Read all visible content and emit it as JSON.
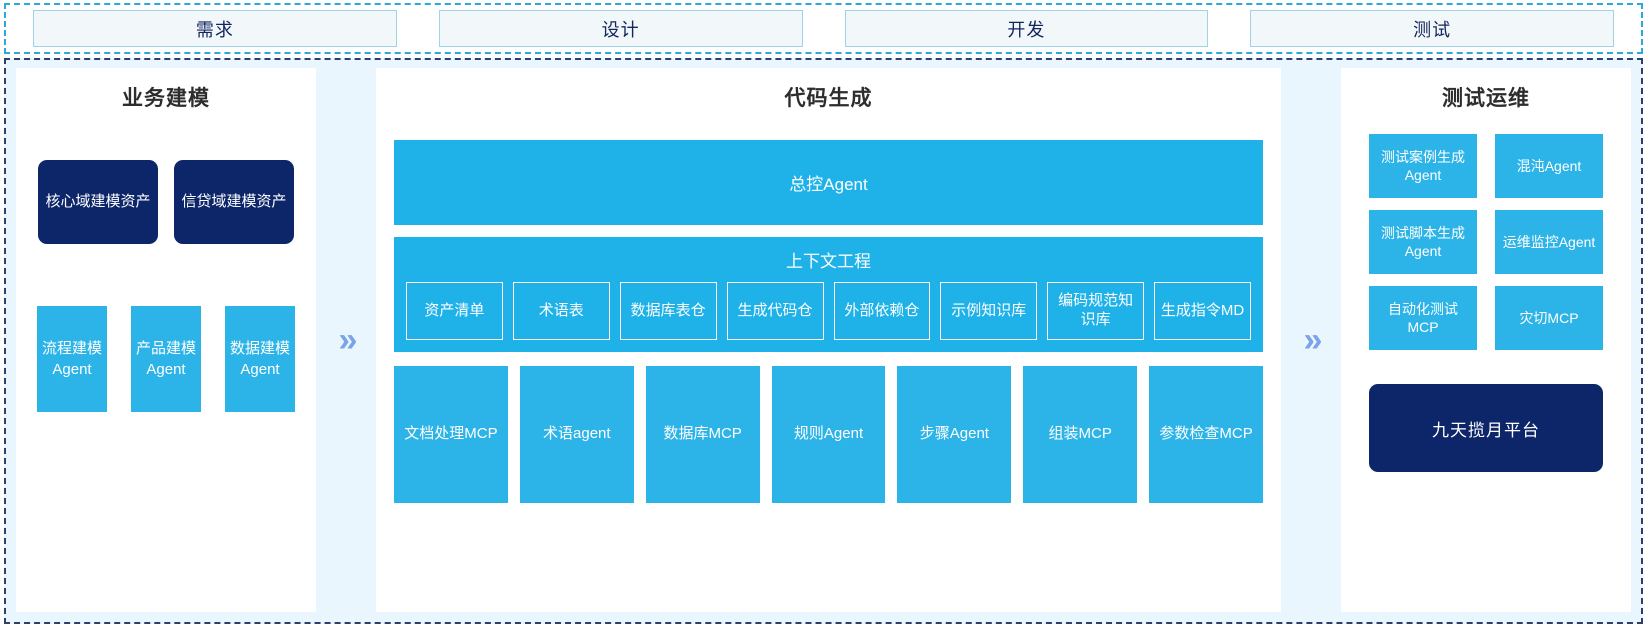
{
  "phases": [
    {
      "label": "需求"
    },
    {
      "label": "设计"
    },
    {
      "label": "开发"
    },
    {
      "label": "测试"
    }
  ],
  "arrow_glyph": "»",
  "colors": {
    "accent_blue": "#2cb4e8",
    "band_blue": "#1fb2e9",
    "navy": "#0d2669",
    "page_bg": "#eaf6fd",
    "panel_bg": "#ffffff",
    "phase_bg": "#f2f7fa",
    "phase_border": "#9fd3e8",
    "outer_dash": "#2ba8dd",
    "main_dash": "#2f3f6b",
    "arrow": "#7ba3e8"
  },
  "left_panel": {
    "title": "业务建模",
    "assets": [
      {
        "label": "核心域建模资产"
      },
      {
        "label": "信贷域建模资产"
      }
    ],
    "agents": [
      {
        "label": "流程建模Agent"
      },
      {
        "label": "产品建模Agent"
      },
      {
        "label": "数据建模Agent"
      }
    ]
  },
  "center_panel": {
    "title": "代码生成",
    "master_agent": "总控Agent",
    "context": {
      "title": "上下文工程",
      "items": [
        {
          "label": "资产清单"
        },
        {
          "label": "术语表"
        },
        {
          "label": "数据库表仓"
        },
        {
          "label": "生成代码仓"
        },
        {
          "label": "外部依赖仓"
        },
        {
          "label": "示例知识库"
        },
        {
          "label": "编码规范知识库"
        },
        {
          "label": "生成指令MD"
        }
      ]
    },
    "tools": [
      {
        "label": "文档处理MCP"
      },
      {
        "label": "术语agent"
      },
      {
        "label": "数据库MCP"
      },
      {
        "label": "规则Agent"
      },
      {
        "label": "步骤Agent"
      },
      {
        "label": "组装MCP"
      },
      {
        "label": "参数检查MCP"
      }
    ]
  },
  "right_panel": {
    "title": "测试运维",
    "cards": [
      {
        "label": "测试案例生成Agent"
      },
      {
        "label": "混沌Agent"
      },
      {
        "label": "测试脚本生成Agent"
      },
      {
        "label": "运维监控Agent"
      },
      {
        "label": "自动化测试MCP"
      },
      {
        "label": "灾切MCP"
      }
    ],
    "platform": "九天揽月平台"
  }
}
